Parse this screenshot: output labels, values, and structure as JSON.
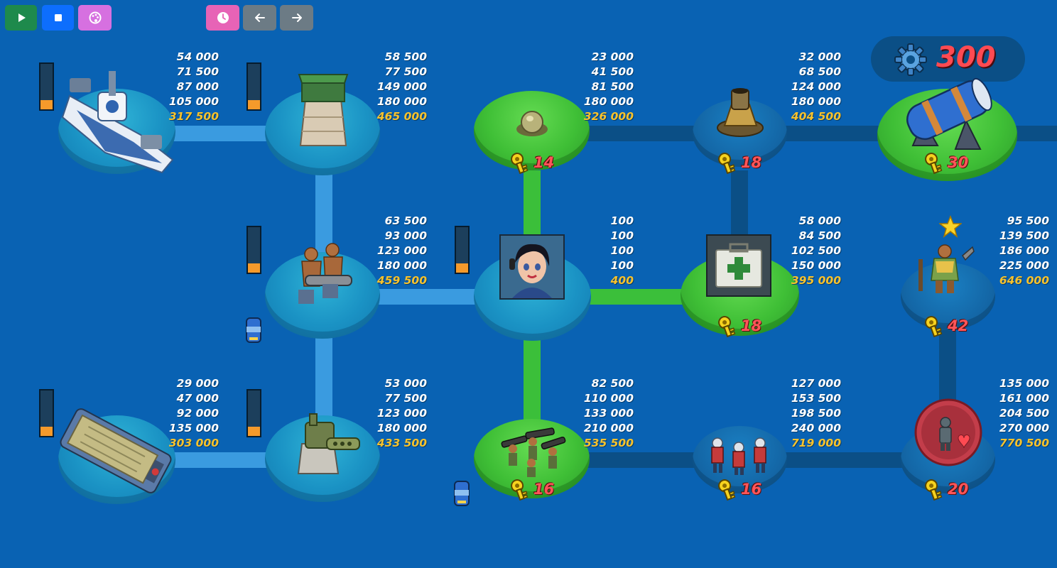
{
  "toolbar": {
    "play": {
      "icon": "play-icon",
      "color": "#1e8a4c"
    },
    "stop": {
      "icon": "stop-icon",
      "color": "#0d6efd"
    },
    "palette": {
      "icon": "palette-icon",
      "color": "#d670e0"
    },
    "clock": {
      "icon": "clock-icon",
      "color": "#e763b6"
    },
    "back": {
      "icon": "arrow-left-icon",
      "color": "#6c7b85"
    },
    "forward": {
      "icon": "arrow-right-icon",
      "color": "#6c7b85"
    }
  },
  "resource_badge": {
    "icon": "gear-icon",
    "value": "300"
  },
  "nodes": [
    {
      "name": "gunboat",
      "stats": [
        "54 000",
        "71 500",
        "87 000",
        "105 000"
      ],
      "total": "317 500",
      "gauge_level": 0.2
    },
    {
      "name": "sniper-tower",
      "stats": [
        "58 500",
        "77 500",
        "149 000",
        "180 000"
      ],
      "total": "465 000",
      "gauge_level": 0.2
    },
    {
      "name": "mine",
      "stats": [
        "23 000",
        "41 500",
        "81 500",
        "180 000"
      ],
      "total": "326 000",
      "keys": "14"
    },
    {
      "name": "mortar",
      "stats": [
        "32 000",
        "68 500",
        "124 000",
        "180 000"
      ],
      "total": "404 500",
      "keys": "18"
    },
    {
      "name": "cannon",
      "keys": "30"
    },
    {
      "name": "heavy-gunners",
      "stats": [
        "63 500",
        "93 000",
        "123 000",
        "180 000"
      ],
      "total": "459 500",
      "gauge_level": 0.2
    },
    {
      "name": "hero-sergeant",
      "stats": [
        "100",
        "100",
        "100",
        "100"
      ],
      "total": "400",
      "gauge_level": 0.2
    },
    {
      "name": "medkit",
      "stats": [
        "58 000",
        "84 500",
        "102 500",
        "150 000"
      ],
      "total": "395 000",
      "keys": "18"
    },
    {
      "name": "warrior",
      "stats": [
        "95 500",
        "139 500",
        "186 000",
        "225 000"
      ],
      "total": "646 000",
      "keys": "42"
    },
    {
      "name": "landing-craft",
      "stats": [
        "29 000",
        "47 000",
        "92 000",
        "135 000"
      ],
      "total": "303 000",
      "gauge_level": 0.2
    },
    {
      "name": "machine-gun",
      "stats": [
        "53 000",
        "77 500",
        "123 000",
        "180 000"
      ],
      "total": "433 500",
      "gauge_level": 0.2
    },
    {
      "name": "zookas",
      "stats": [
        "82 500",
        "110 000",
        "133 000",
        "210 000"
      ],
      "total": "535 500",
      "keys": "16"
    },
    {
      "name": "flamethrowers",
      "stats": [
        "127 000",
        "153 500",
        "198 500",
        "240 000"
      ],
      "total": "719 000",
      "keys": "16"
    },
    {
      "name": "medic",
      "stats": [
        "135 000",
        "161 000",
        "204 500",
        "270 000"
      ],
      "total": "770 500",
      "keys": "20"
    }
  ],
  "colors": {
    "background": "#0962b3",
    "path_unlocked": "#3bbf3a",
    "path_locked": "#3a9be0",
    "path_dark": "#0b4f86",
    "total_value": "#f7c22c",
    "key_value": "#ff5559",
    "gauge_fill": "#f59a2b"
  }
}
